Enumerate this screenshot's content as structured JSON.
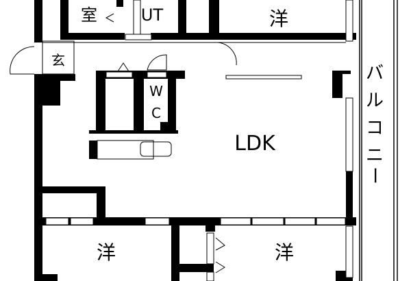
{
  "rooms": {
    "storage_room": "室",
    "utility": "UT",
    "western_room_top": "洋",
    "entrance": "玄",
    "toilet_w": "W",
    "toilet_c": "C",
    "ldk": "LDK",
    "western_room_bottom_left": "洋",
    "western_room_bottom_right": "洋"
  },
  "balcony": {
    "chars": [
      "バ",
      "ル",
      "コ",
      "ニ",
      "ー"
    ]
  },
  "colors": {
    "wall": "#000000",
    "floor": "#ffffff"
  }
}
